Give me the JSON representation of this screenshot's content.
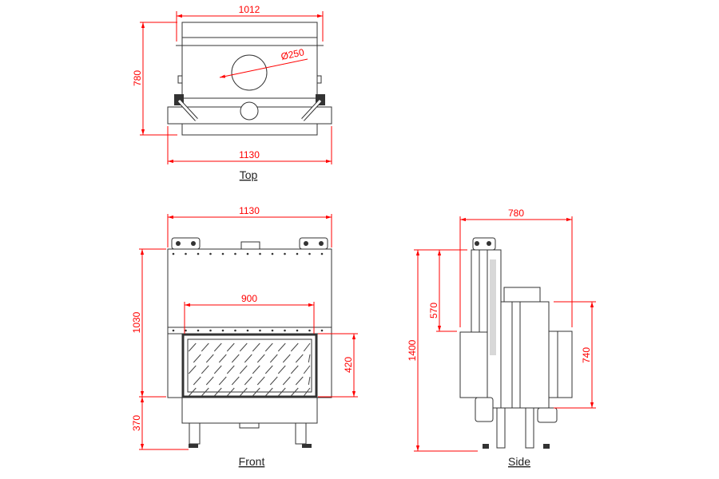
{
  "views": {
    "top": {
      "label": "Top",
      "dims": {
        "inner_width": "1012",
        "depth": "780",
        "flue_diameter": "Ø250",
        "outer_width": "1130"
      }
    },
    "front": {
      "label": "Front",
      "dims": {
        "outer_width": "1130",
        "glass_width": "900",
        "height": "1030",
        "glass_height": "420",
        "base_height": "370"
      }
    },
    "side": {
      "label": "Side",
      "dims": {
        "depth": "780",
        "total_height": "1400",
        "upper_height": "570",
        "body_height": "740"
      }
    }
  },
  "colors": {
    "dimension": "#ff0000",
    "outline": "#333333"
  }
}
